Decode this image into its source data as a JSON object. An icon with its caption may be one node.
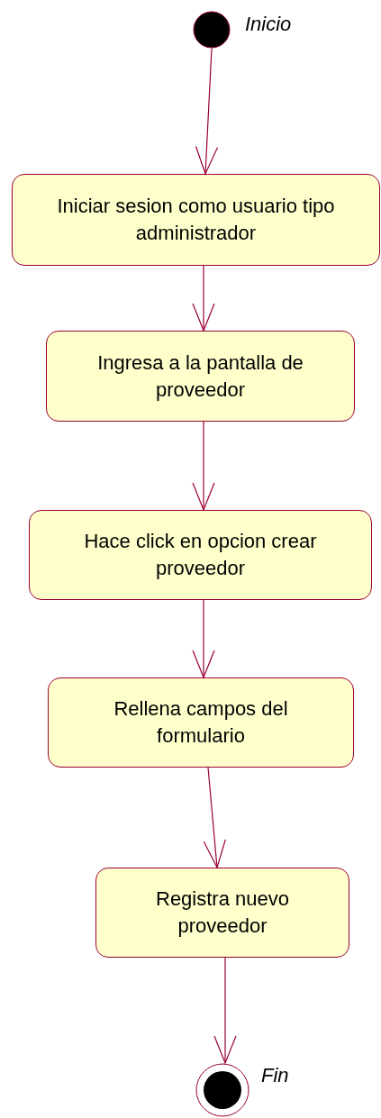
{
  "diagram": {
    "nodes": [
      {
        "text": [],
        "shape": "circle",
        "beside": [
          "Inicio"
        ]
      },
      {
        "text": [
          "Iniciar sesion como usuario tipo administrador"
        ]
      },
      {
        "text": [
          "Ingresa a la pantalla de proveedor"
        ]
      },
      {
        "text": [
          "Hace click en opcion crear proveedor"
        ]
      },
      {
        "text": [
          "Rellena campos del formulario"
        ]
      },
      {
        "text": [
          "Registra nuevo proveedor"
        ]
      },
      {
        "text": [],
        "shape": "bullseye",
        "beside": [
          "Fin"
        ]
      }
    ],
    "edges": [
      {
        "from": 0,
        "to": 1,
        "arrow": "to"
      },
      {
        "from": 1,
        "to": 2,
        "arrow": "to"
      },
      {
        "from": 2,
        "to": 3,
        "arrow": "to"
      },
      {
        "from": 3,
        "to": 4,
        "arrow": "to"
      },
      {
        "from": 4,
        "to": 5,
        "arrow": "to"
      },
      {
        "from": 5,
        "to": 6,
        "arrow": "to"
      }
    ]
  }
}
